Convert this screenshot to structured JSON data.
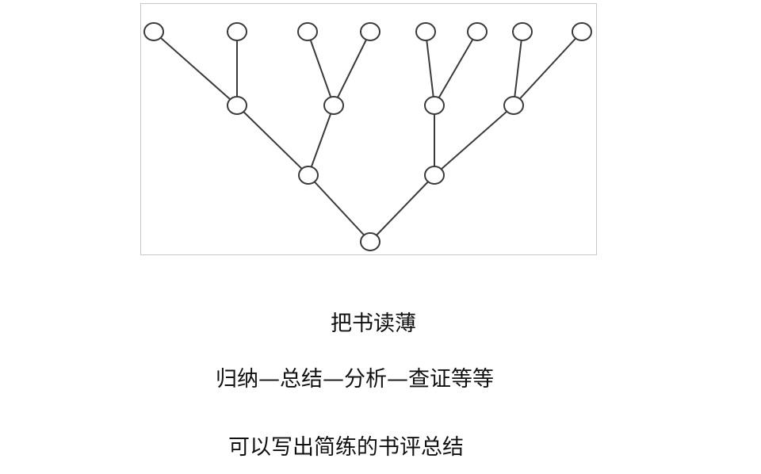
{
  "diagram": {
    "nodes": [
      {
        "id": "l1"
      },
      {
        "id": "l2"
      },
      {
        "id": "l3"
      },
      {
        "id": "l4"
      },
      {
        "id": "l5"
      },
      {
        "id": "l6"
      },
      {
        "id": "l7"
      },
      {
        "id": "l8"
      },
      {
        "id": "m1"
      },
      {
        "id": "m2"
      },
      {
        "id": "m3"
      },
      {
        "id": "m4"
      },
      {
        "id": "n1"
      },
      {
        "id": "n2"
      },
      {
        "id": "root"
      }
    ],
    "edges": [
      [
        "l1",
        "m1"
      ],
      [
        "l2",
        "m1"
      ],
      [
        "l3",
        "m2"
      ],
      [
        "l4",
        "m2"
      ],
      [
        "l5",
        "m3"
      ],
      [
        "l6",
        "m3"
      ],
      [
        "l7",
        "m4"
      ],
      [
        "l8",
        "m4"
      ],
      [
        "m1",
        "n1"
      ],
      [
        "m2",
        "n1"
      ],
      [
        "m3",
        "n2"
      ],
      [
        "m4",
        "n2"
      ],
      [
        "n1",
        "root"
      ],
      [
        "n2",
        "root"
      ]
    ]
  },
  "captions": {
    "title": "把书读薄",
    "steps": "归纳—总结—分析—查证等等",
    "result": "可以写出简练的书评总结"
  }
}
